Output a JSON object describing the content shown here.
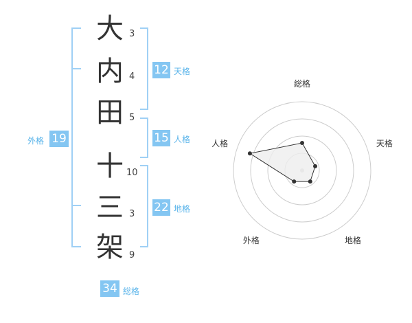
{
  "name_chars": [
    {
      "char": "大",
      "strokes": "3"
    },
    {
      "char": "内",
      "strokes": "4"
    },
    {
      "char": "田",
      "strokes": "5"
    },
    {
      "char": "十",
      "strokes": "10"
    },
    {
      "char": "三",
      "strokes": "3"
    },
    {
      "char": "架",
      "strokes": "9"
    }
  ],
  "fortunes": {
    "tenkaku": {
      "value": "12",
      "label": "天格"
    },
    "jinkaku": {
      "value": "15",
      "label": "人格"
    },
    "chikaku": {
      "value": "22",
      "label": "地格"
    },
    "gaikaku": {
      "value": "19",
      "label": "外格"
    },
    "soukaku": {
      "value": "34",
      "label": "総格"
    }
  },
  "chart_data": {
    "type": "radar",
    "axes": [
      "総格",
      "天格",
      "地格",
      "外格",
      "人格"
    ],
    "values": [
      2,
      1,
      1,
      1,
      4
    ],
    "rmax": 5,
    "rings": 4
  },
  "colors": {
    "accent": "#84c6f2",
    "label": "#5ab4ea",
    "bracket": "#9fd0f5",
    "fill": "#eeeeee",
    "ring": "#cccccc"
  }
}
